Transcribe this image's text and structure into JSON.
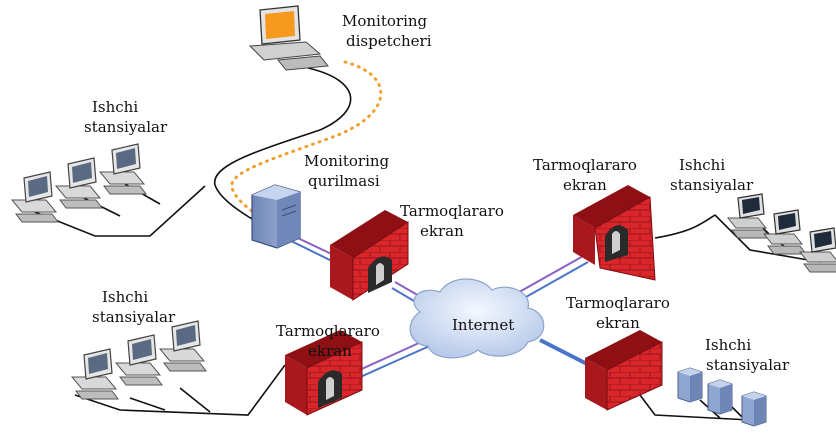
{
  "labels": {
    "monitoring_manager_1": "Monitoring",
    "monitoring_manager_2": "dispetcheri",
    "workstations_tl_1": "Ishchi",
    "workstations_tl_2": "stansiyalar",
    "monitoring_device_1": "Monitoring",
    "monitoring_device_2": "qurilmasi",
    "firewall_tl_1": "Tarmoqlararo",
    "firewall_tl_2": "ekran",
    "firewall_tr_1": "Tarmoqlararo",
    "firewall_tr_2": "ekran",
    "workstations_tr_1": "Ishchi",
    "workstations_tr_2": "stansiyalar",
    "workstations_bl_1": "Ishchi",
    "workstations_bl_2": "stansiyalar",
    "internet": "Internet",
    "firewall_br_1": "Tarmoqlararo",
    "firewall_br_2": "ekran",
    "firewall_bl_1": "Tarmoqlararo",
    "firewall_bl_2": "ekran",
    "workstations_br_1": "Ishchi",
    "workstations_br_2": "stansiyalar"
  },
  "colors": {
    "firewall_red": "#d8262b",
    "firewall_dark": "#8e1014",
    "link_purple": "#8a62c6",
    "link_blue": "#4a74c9",
    "dotted_orange": "#f0a030",
    "screen_orange": "#f59a1e",
    "server_blue": "#8ea6cf"
  }
}
